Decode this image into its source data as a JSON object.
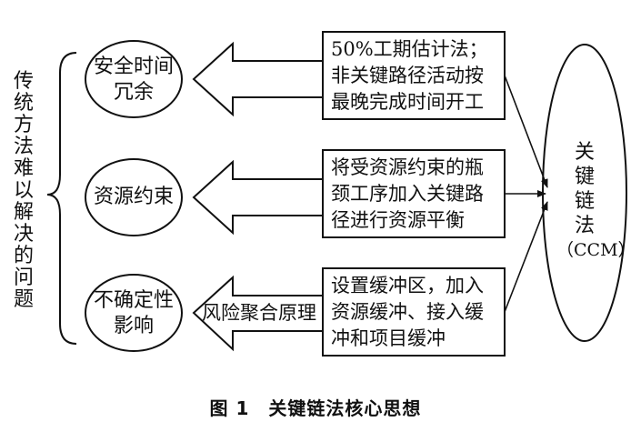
{
  "left_label": [
    "传",
    "统",
    "方",
    "法",
    "难",
    "以",
    "解",
    "决",
    "的",
    "问",
    "题"
  ],
  "problems": [
    {
      "text": "安全时间冗余",
      "lines": [
        "安全时间",
        "冗余"
      ]
    },
    {
      "text": "资源约束",
      "lines": [
        "资源约束"
      ]
    },
    {
      "text": "不确定性影响",
      "lines": [
        "不确定性",
        "影响"
      ]
    }
  ],
  "arrow_labels": [
    "",
    "",
    "风险聚合原理"
  ],
  "solutions": [
    {
      "lines": [
        "50%工期估计法；",
        "非关键路径活动按",
        "最晚完成时间开工"
      ]
    },
    {
      "lines": [
        "将受资源约束的瓶",
        "颈工序加入关键路",
        "径进行资源平衡"
      ]
    },
    {
      "lines": [
        "设置缓冲区，加入",
        "资源缓冲、接入缓",
        "冲和项目缓冲"
      ]
    }
  ],
  "ccm": {
    "lines": [
      "关",
      "键",
      "链",
      "法",
      "（CCM）"
    ]
  },
  "caption": "图 1　关键链法核心思想"
}
